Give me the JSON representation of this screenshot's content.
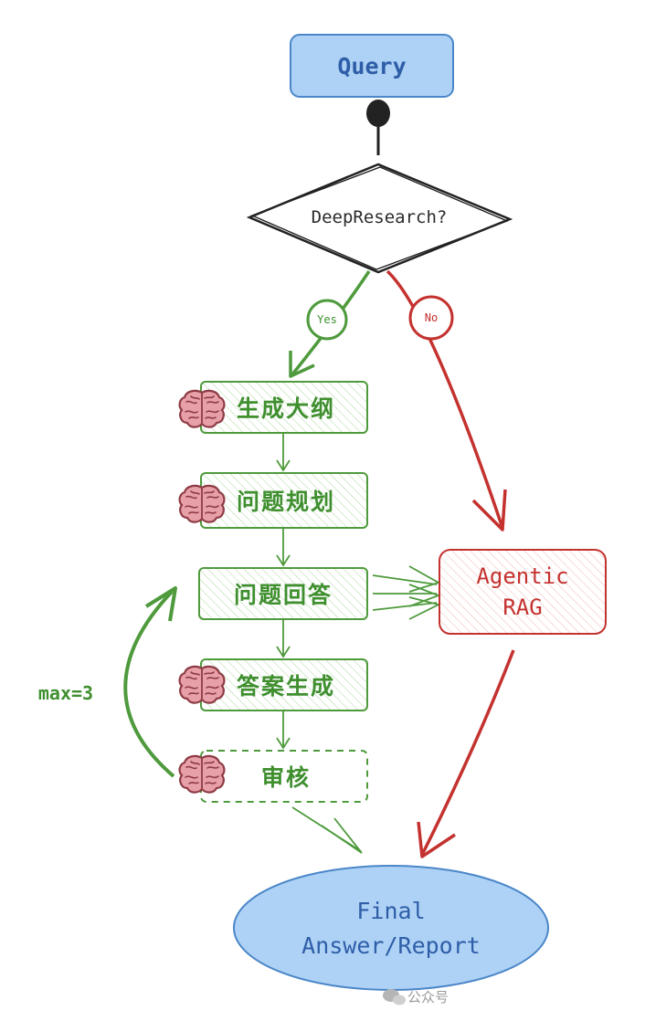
{
  "nodes": {
    "query": "Query",
    "decision": "DeepResearch?",
    "yes": "Yes",
    "no": "No",
    "outline": "生成大纲",
    "planning": "问题规划",
    "answering": "问题回答",
    "generation": "答案生成",
    "review": "审核",
    "agentic_line1": "Agentic",
    "agentic_line2": "RAG",
    "final_line1": "Final",
    "final_line2": "Answer/Report"
  },
  "loop_label": "max=3",
  "watermark": "公众号",
  "colors": {
    "blue_fill": "#aed2f5",
    "blue_stroke": "#4a86c8",
    "green": "#4e9a3c",
    "red": "#c4322f",
    "brain": "#e8a0a8"
  }
}
